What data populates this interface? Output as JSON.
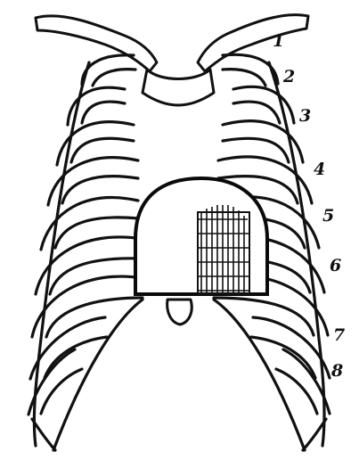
{
  "rib_numbers": [
    "1",
    "2",
    "3",
    "4",
    "5",
    "6",
    "7",
    "8"
  ]
}
